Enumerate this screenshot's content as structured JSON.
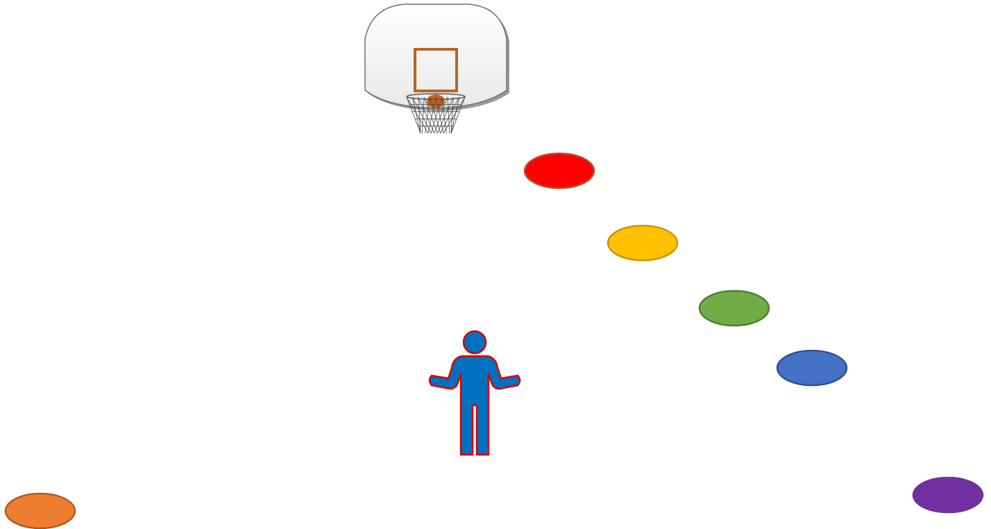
{
  "scene": {
    "hoop": {
      "icon": "basketball-hoop-icon",
      "backboard_color": "#f4f4f4",
      "target_square_color": "#b8651f",
      "net_color": "#444444",
      "ball_color": "#c8641e"
    },
    "player": {
      "icon": "person-shrugging-icon",
      "fill": "#0070c0",
      "outline": "#e00000"
    },
    "spot_markers": [
      {
        "id": "red",
        "fill": "#ff0000",
        "stroke": "#b5521f"
      },
      {
        "id": "yellow",
        "fill": "#ffc000",
        "stroke": "#c99700"
      },
      {
        "id": "green",
        "fill": "#70ad47",
        "stroke": "#4e7f30"
      },
      {
        "id": "blue",
        "fill": "#4472c4",
        "stroke": "#2f528f"
      },
      {
        "id": "purple",
        "fill": "#7030a0",
        "stroke": "#7030a0"
      },
      {
        "id": "orange",
        "fill": "#ed7d31",
        "stroke": "#ae5a21"
      }
    ]
  }
}
